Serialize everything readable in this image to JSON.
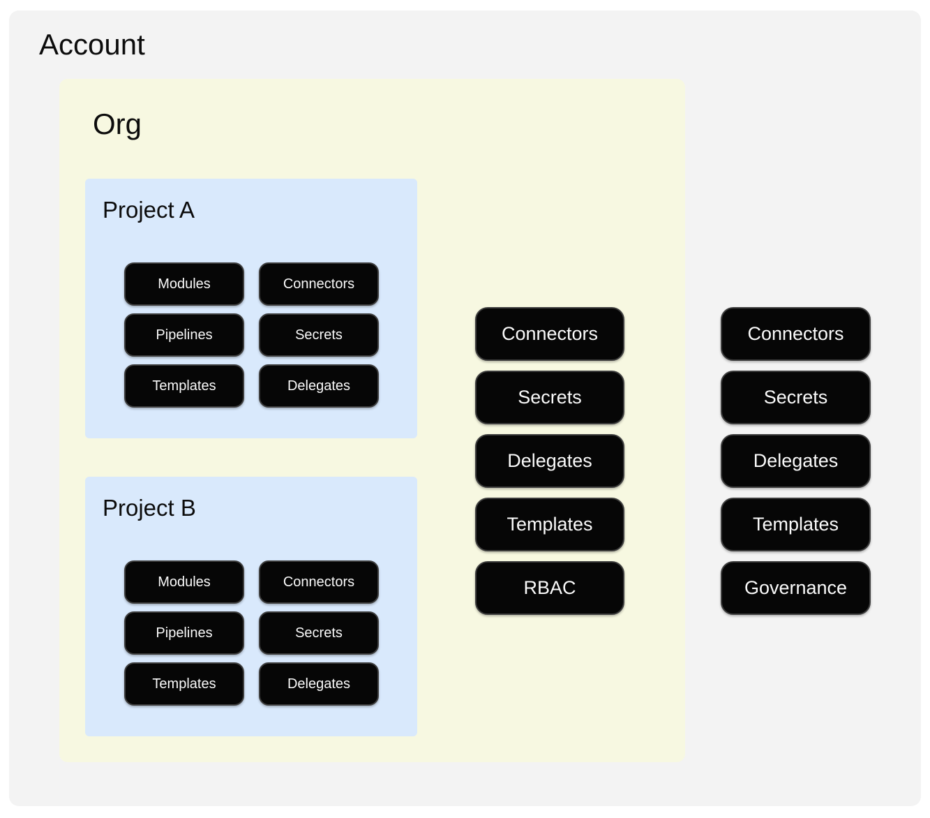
{
  "account": {
    "title": "Account",
    "services": [
      "Connectors",
      "Secrets",
      "Delegates",
      "Templates",
      "Governance"
    ]
  },
  "org": {
    "title": "Org",
    "services": [
      "Connectors",
      "Secrets",
      "Delegates",
      "Templates",
      "RBAC"
    ]
  },
  "projects": [
    {
      "title": "Project A",
      "services": [
        "Modules",
        "Connectors",
        "Pipelines",
        "Secrets",
        "Templates",
        "Delegates"
      ]
    },
    {
      "title": "Project B",
      "services": [
        "Modules",
        "Connectors",
        "Pipelines",
        "Secrets",
        "Templates",
        "Delegates"
      ]
    }
  ],
  "colors": {
    "page_bg": "#ffffff",
    "account_bg": "#f3f3f3",
    "org_bg": "#f7f8e1",
    "project_bg": "#d9e9fc",
    "pill_bg": "#060606",
    "pill_border": "#3e3e3e",
    "pill_text": "#fafafa",
    "title_text": "#0c0c0c"
  }
}
